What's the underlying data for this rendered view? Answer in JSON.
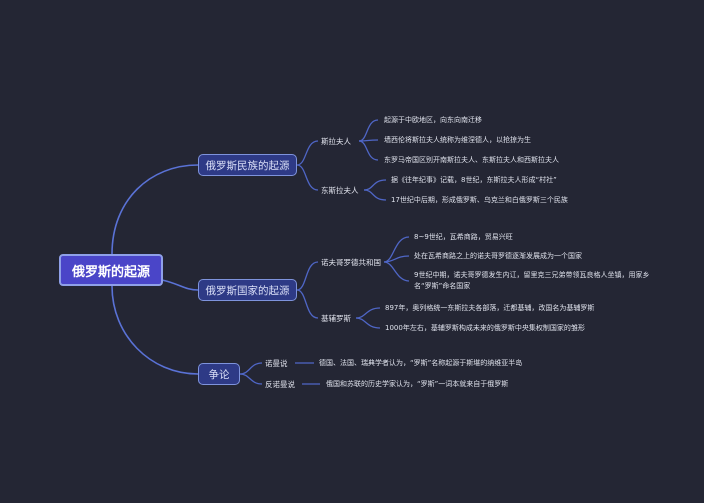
{
  "root": {
    "label": "俄罗斯的起源"
  },
  "branches": [
    {
      "label": "俄罗斯民族的起源",
      "subtopics": [
        {
          "label": "斯拉夫人",
          "items": [
            "起源于中欧地区，向东向南迁移",
            "墙西伦将斯拉夫人统称为维涅德人，以抢掠为生",
            "东罗马帝国区别开南斯拉夫人、东斯拉夫人和西斯拉夫人"
          ]
        },
        {
          "label": "东斯拉夫人",
          "items": [
            "据《往年纪事》记载，8世纪，东斯拉夫人形成“村社”",
            "17世纪中后期，形成俄罗斯、乌克兰和白俄罗斯三个民族"
          ]
        }
      ]
    },
    {
      "label": "俄罗斯国家的起源",
      "subtopics": [
        {
          "label": "诺夫哥罗德共和国",
          "items": [
            "8~9世纪，瓦希商路，贸易兴旺",
            "处在瓦希商路之上的诺夫哥罗德逐渐发展成为一个国家",
            "9世纪中期，诺夫哥罗德发生内讧，留里克三兄弟带领瓦良格人坐镇，用家乡名“罗斯”命名国家"
          ]
        },
        {
          "label": "基辅罗斯",
          "items": [
            "897年，奥列格统一东斯拉夫各部落，迁都基辅，改国名为基辅罗斯",
            "1000年左右，基辅罗斯构成未来的俄罗斯中央集权制国家的雏形"
          ]
        }
      ]
    },
    {
      "label": "争论",
      "subtopics": [
        {
          "label": "诺曼说",
          "items": [
            "德国、法国、瑞典学者认为，“罗斯”名称起源于斯堪的纳维亚半岛"
          ]
        },
        {
          "label": "反诺曼说",
          "items": [
            "俄国和苏联的历史学家认为，“罗斯”一词本就来自于俄罗斯"
          ]
        }
      ]
    }
  ]
}
